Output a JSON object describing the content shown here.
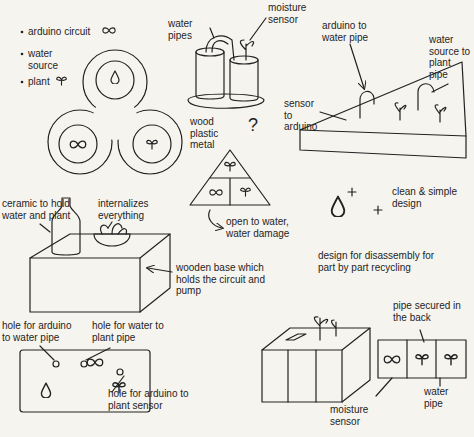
{
  "diagram": {
    "labels": [
      "arduino circuit",
      "water source",
      "plant",
      "water pipes",
      "moisture sensor",
      "arduino to water pipe",
      "sensor to arduino",
      "water source to plant pipe",
      "wood plastic metal",
      "?",
      "open to water, water damage",
      "clean & simple design",
      "design for disassembly for part by part recycling",
      "ceramic to hold water and plant",
      "internalizes everything",
      "wooden base which holds the circuit and pump",
      "hole for arduino to water pipe",
      "hole for water to plant pipe",
      "hole for arduino to plant sensor",
      "pipe secured in the back",
      "water pipe",
      "moisture sensor"
    ]
  }
}
